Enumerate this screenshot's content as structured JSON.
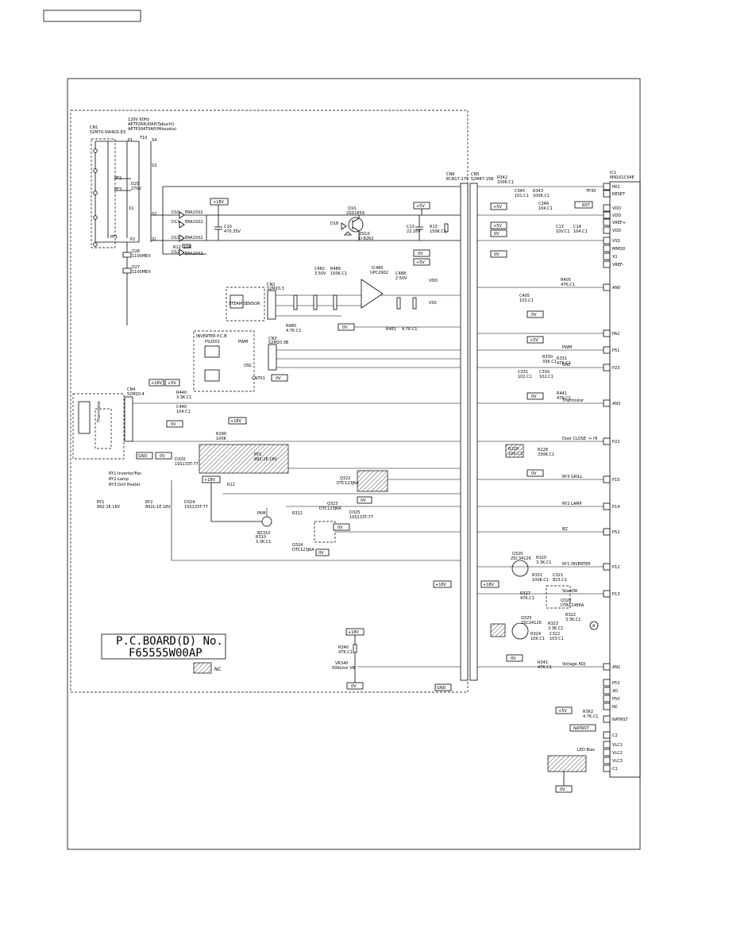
{
  "header_box_text": "",
  "supply": {
    "l1": "120V 60Hz",
    "l2": "AETP264U0AP(Tabuchi)",
    "l3": "AETP264T0AP(Mitsuoka)"
  },
  "cn1": {
    "name": "CN1",
    "part": "52M70-5W4G5.EX"
  },
  "labels": {
    "t10": "T10",
    "s4": "S4",
    "s3": "S3",
    "s2": "S2",
    "s1": "S1",
    "p1": "P1",
    "p2": "P2",
    "x1": "X1",
    "pf1": "PF1",
    "pf2": "PF2",
    "pf3": "PF3",
    "d25": "D25",
    "d25v": "270V",
    "d26": "D26",
    "d26v": "1100MEX",
    "d27": "D27",
    "d27v": "1100MEX",
    "d10": "D10",
    "d11": "D11",
    "d12": "D12",
    "d13": "D13",
    "era": "ERA1502",
    "c10": "C10",
    "c10v": "470.35V",
    "r12": "R12",
    "r12v": "10K",
    "q10": "Q10",
    "q10v": "2SD1859",
    "d10b": "D18",
    "zd": "ZD10",
    "zdv": "D-8262",
    "c13": "C13",
    "c13v": "22.16V",
    "r13": "R13",
    "r13v": "150K.C1",
    "p18v": "+18V",
    "p5v": "+5V",
    "ov": "0V",
    "gnd": "GND",
    "cn2": "CN2",
    "cn2p": "52M20.3",
    "steam": "STEAM SENSOR",
    "c482": "C482",
    "c482v": "3.50V",
    "r486": "R486",
    "r486v": "150K.C1",
    "ic480": "IC480",
    "ic480v": "UPC2902",
    "c488": "C488",
    "c488v": "2.50V",
    "r480": "R480",
    "r480v": "4.7K.C1",
    "r481": "R481",
    "r481v": "4.7K.C1",
    "vdd": "VDD",
    "vss": "VSS",
    "inv_box": "INVERTER P.C.B",
    "ps2501": "PS2501",
    "pwm": "PWM",
    "osc": "OSC",
    "cn3": "CN3",
    "cn3p": "52M20.3B",
    "cn701": "CN701",
    "cn4": "CN4",
    "cn4p": "52M20.4",
    "therm": "Thermistor",
    "r440": "R440",
    "r440v": "3.3K.C1",
    "c440": "C440",
    "c440v": "104.C1",
    "r290": "R290",
    "r290v": "100K",
    "d320": "D320",
    "d320v": "1SS133T-77",
    "ry1": "RY1:Inverter/Fan",
    "ry2": "RY2:Lamp",
    "ry3": "RY3:Grill Heater",
    "ry1b": "RY1",
    "ry1bv": "892-1E.18V",
    "ry2b": "RY2",
    "ry2bv": "892L-1E.18V",
    "d324": "D324",
    "d324v": "1SS133T-77",
    "r12b": "R12",
    "bz310": "BZ310",
    "bz": "PKM",
    "r310": "R310",
    "r310v": "3.3K.C1",
    "q324": "Q324",
    "q324v": "DTC123JKA",
    "q323": "Q323",
    "q322": "Q322",
    "q322v": "DTC123JKA",
    "d325": "D325",
    "d325v": "1SS133T-77",
    "r311": "R311",
    "cn5": "CN5",
    "cn5p": "52M47.15B",
    "cn6": "CN6",
    "cn6p": "ECN17-175",
    "r342": "R342",
    "r342v": "100K.C1",
    "c345": "C345",
    "c345v": "101.C1",
    "r343": "R343",
    "r343v": "100K.C1",
    "c346": "C346",
    "c346v": "104.C1",
    "tp30": "TP30",
    "rst": "RST",
    "c13b": "C13",
    "c13bv": "10V.C1",
    "c14": "C14",
    "c14v": "104.C1",
    "r405": "R405",
    "r405v": "47K.C1",
    "c405": "C405",
    "c405v": "103.C1",
    "r330": "R330",
    "r330v": "33K.C1",
    "r331": "R331",
    "r331v": "47K.C1",
    "c331": "C331",
    "c331v": "102.C1",
    "c330": "C330",
    "c330v": "102.C1",
    "r441": "R441",
    "r441v": "47K.C1",
    "r220": "R220",
    "r220v": "10K.C1",
    "r228": "R228",
    "r228v": "330K.C1",
    "q320": "Q320",
    "q320v": "2SC3412K",
    "r320": "R320",
    "r320v": "3.3K.C1",
    "r321": "R321",
    "r321v": "100K.C1",
    "c321": "C321",
    "c321v": "823.C1",
    "q326": "Q326",
    "q326v": "DTA114EKA",
    "r327": "R327",
    "r327v": "47K.C1",
    "r322": "R322",
    "r322v": "3.3K.C1",
    "q325": "Q325",
    "q325v": "2SC2412K",
    "r323": "R323",
    "r323v": "3.3K.C1",
    "r324": "R324",
    "r324v": "10K.C1",
    "c322": "C322",
    "c322v": "103.C1",
    "r340": "R340",
    "r340v": "47K.C1",
    "vr340": "VR340",
    "vr340v": "50Kohm VR",
    "r341": "R341",
    "r341v": "47K.C1",
    "r362": "R362",
    "r362v": "4.7K.C1",
    "natrst": "NATRST",
    "led": "LED Bias",
    "ic1": "IC1",
    "ic1v": "MN101C54E"
  },
  "signals": {
    "pr1": "PR1",
    "reset": "RESET",
    "vdd": "VDD",
    "vref": "VREF+",
    "vss": "VSS",
    "mmod": "MMOD",
    "x1": "X1",
    "vrefm": "VREF-",
    "an0": "AN0",
    "pa2": "PA2",
    "p51": "P51",
    "p23": "P23",
    "an3": "AN3",
    "p22": "P22",
    "p15": "P15",
    "p14": "P14",
    "p52": "P52",
    "p12": "P12",
    "p13": "P13",
    "an1": "AN1",
    "p53": "P53",
    "xo": "XO",
    "p50": "P50",
    "nc": "NC",
    "nrst": "NATRST",
    "c2": "C2",
    "vlc1": "VLC1",
    "vlc2": "VLC2",
    "vlc3": "VLC3",
    "c1": "C1"
  },
  "signal_names": {
    "pwm": "PWM",
    "osc": "OSC",
    "therm": "Thermistor",
    "door": "Door CLOSE -> HI",
    "grill": "RY3 GRILL",
    "lamp": "RY2 LAMP",
    "bz": "BZ",
    "inverter": "RY1 INVERTER",
    "startok": "StartOK",
    "vadj": "Voltage ADJ"
  },
  "board": {
    "line1": "P.C.BOARD(D) No.",
    "line2": "F65555W00AP",
    "nc": "NC"
  }
}
